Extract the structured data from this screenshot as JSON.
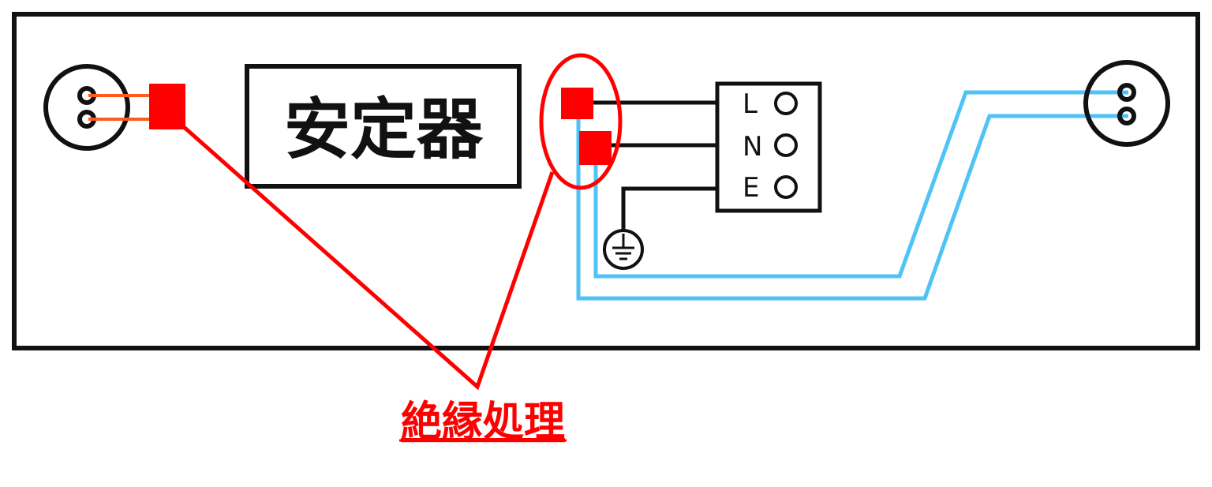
{
  "ballast_label": "安定器",
  "terminal_block": {
    "letters": [
      "L",
      "N",
      "E"
    ]
  },
  "annotation": {
    "label": "絶縁処理"
  },
  "colors": {
    "outline": "#111111",
    "insulation_red": "#ff0000",
    "old_wire_orange": "#ff5a1f",
    "new_wire_blue": "#4fc3f7"
  },
  "icons": {
    "ground": "ground-symbol-icon",
    "socket": "lamp-socket-icon"
  }
}
